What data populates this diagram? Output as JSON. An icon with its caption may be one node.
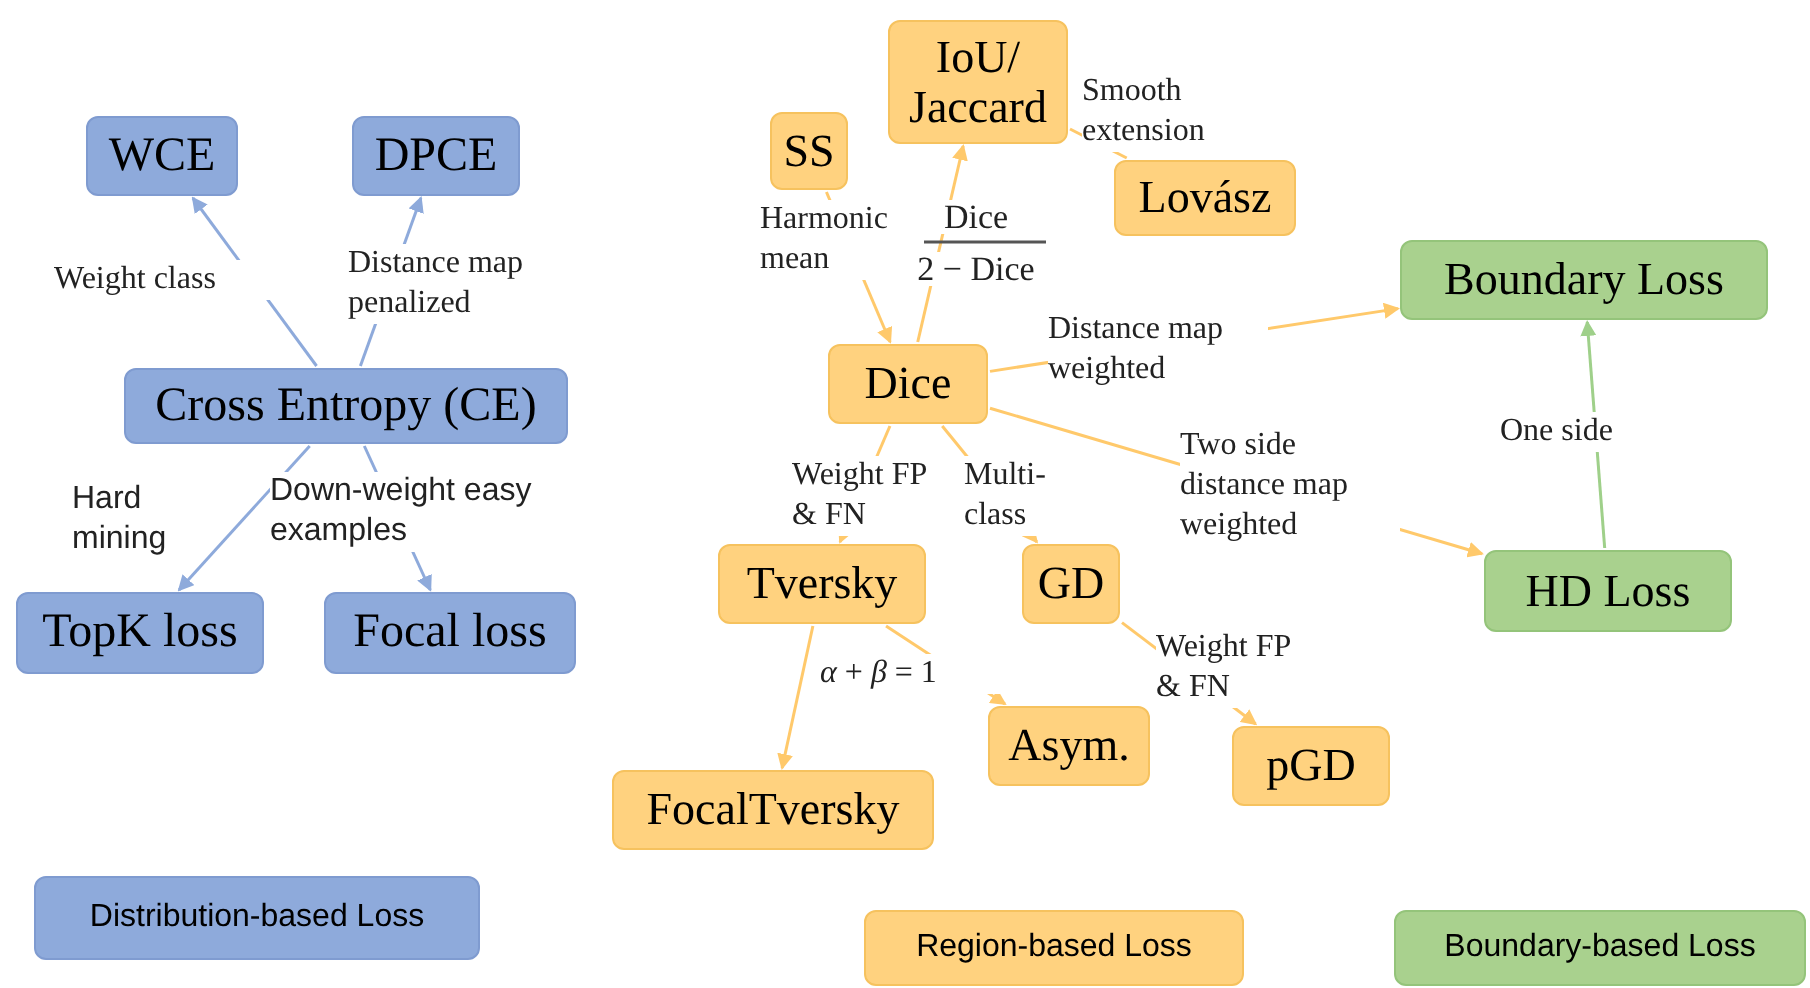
{
  "diagram": {
    "nodes": [
      {
        "text": [
          "WCE"
        ]
      },
      {
        "text": [
          "DPCE"
        ]
      },
      {
        "text": [
          "Cross Entropy (CE)"
        ]
      },
      {
        "text": [
          "TopK loss"
        ]
      },
      {
        "text": [
          "Focal loss"
        ]
      },
      {
        "text": [
          "IoU/ Jaccard"
        ]
      },
      {
        "text": [
          "SS"
        ]
      },
      {
        "text": [
          "Lovász"
        ]
      },
      {
        "text": [
          "Dice"
        ]
      },
      {
        "text": [
          "Boundary Loss"
        ]
      },
      {
        "text": [
          "Tversky"
        ]
      },
      {
        "text": [
          "GD"
        ]
      },
      {
        "text": [
          "HD Loss"
        ]
      },
      {
        "text": [
          "Asym."
        ]
      },
      {
        "text": [
          "pGD"
        ]
      },
      {
        "text": [
          "FocalTversky"
        ]
      },
      {
        "text": [
          "Distribution-based Loss"
        ]
      },
      {
        "text": [
          "Region-based Loss"
        ]
      },
      {
        "text": [
          "Boundary-based Loss"
        ]
      }
    ],
    "edges": [
      {
        "from": 2,
        "to": 0,
        "arrow": "to",
        "label": "Weight class",
        "color": "#8eaadb"
      },
      {
        "from": 2,
        "to": 1,
        "arrow": "to",
        "label": "Distance map penalized",
        "color": "#8eaadb"
      },
      {
        "from": 2,
        "to": 3,
        "arrow": "to",
        "label": "Hard mining",
        "color": "#8eaadb"
      },
      {
        "from": 2,
        "to": 4,
        "arrow": "to",
        "label": "Down-weight easy examples",
        "color": "#8eaadb"
      },
      {
        "from": 6,
        "to": 8,
        "arrow": "to",
        "label": "Harmonic mean"
      },
      {
        "from": 8,
        "to": 5,
        "arrow": "to"
      },
      {
        "from": 5,
        "to": 7,
        "arrow": "none",
        "label": "Smooth extension"
      },
      {
        "from": 8,
        "to": 9,
        "arrow": "to",
        "label": "Distance map weighted"
      },
      {
        "from": 8,
        "to": 12,
        "arrow": "to",
        "label": "Two side distance map weighted"
      },
      {
        "from": 12,
        "to": 9,
        "arrow": "to",
        "label": "One side",
        "color": "#9fd08a"
      },
      {
        "from": 8,
        "to": 10,
        "arrow": "to",
        "label": "Weight FP & FN"
      },
      {
        "from": 8,
        "to": 11,
        "arrow": "to",
        "label": "Multi-class"
      },
      {
        "from": 11,
        "to": 14,
        "arrow": "to",
        "label": "Weight FP & FN"
      },
      {
        "from": 10,
        "to": 15,
        "arrow": "to"
      },
      {
        "from": 10,
        "to": 13,
        "arrow": "to",
        "label": "*α* + *β* = 1"
      }
    ],
    "labels": [
      "Dice",
      "2 − Dice"
    ]
  }
}
